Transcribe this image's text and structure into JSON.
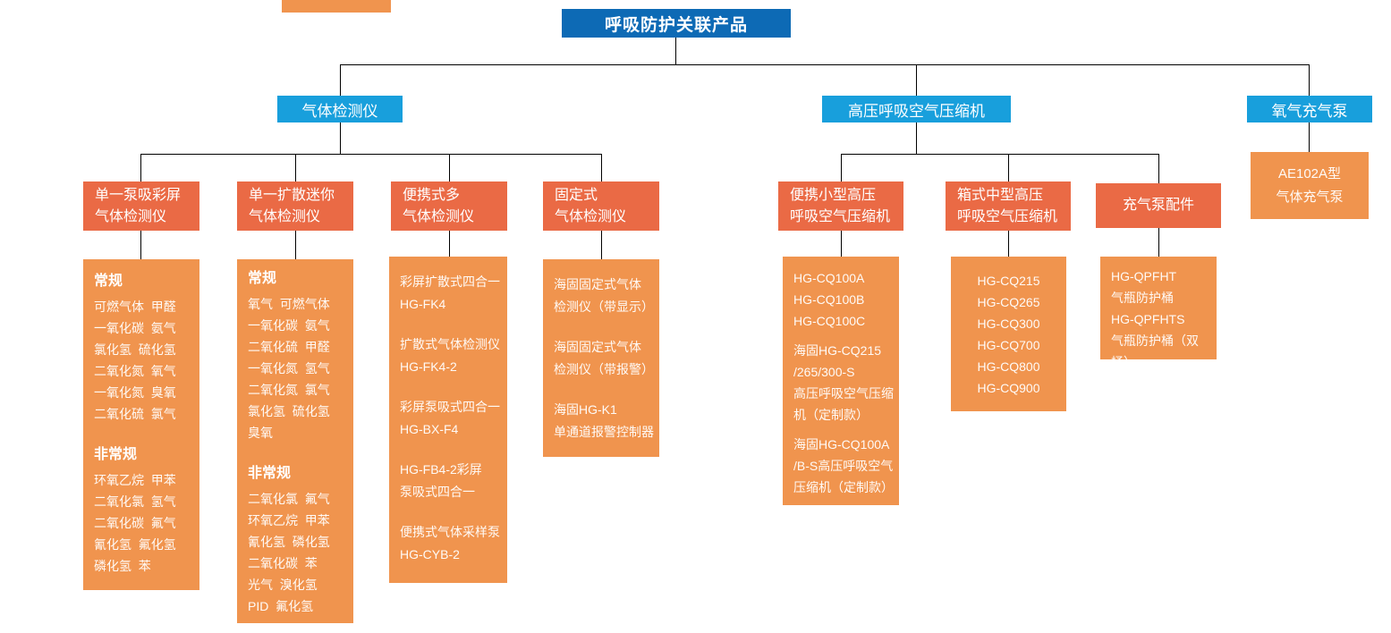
{
  "colors": {
    "root_blue": "#0d6ab5",
    "branch_blue": "#189fdc",
    "header_orange": "#ea6a45",
    "list_orange": "#f0944e",
    "line_black": "#000000"
  },
  "root": {
    "label": "呼吸防护关联产品"
  },
  "branches": {
    "gas": {
      "label": "气体检测仪"
    },
    "compressor": {
      "label": "高压呼吸空气压缩机"
    },
    "oxygen": {
      "label": "氧气充气泵"
    }
  },
  "gas_columns": [
    {
      "header": [
        "单一泵吸彩屏",
        "气体检测仪"
      ],
      "items": [
        {
          "t": "常规",
          "b": true
        },
        {
          "t": "可燃气体  甲醛"
        },
        {
          "t": "一氧化碳  氨气"
        },
        {
          "t": "氯化氢  硫化氢"
        },
        {
          "t": "二氧化氮  氧气"
        },
        {
          "t": "一氧化氮  臭氧"
        },
        {
          "t": "二氧化硫  氯气"
        },
        {
          "sp": true
        },
        {
          "t": "非常规",
          "b": true
        },
        {
          "t": "环氧乙烷  甲苯"
        },
        {
          "t": "二氧化氯  氢气"
        },
        {
          "t": "二氧化碳  氟气"
        },
        {
          "t": "氰化氢  氟化氢"
        },
        {
          "t": "磷化氢  苯"
        }
      ]
    },
    {
      "header": [
        "单一扩散迷你",
        "气体检测仪"
      ],
      "items": [
        {
          "t": "常规",
          "b": true
        },
        {
          "t": "氧气  可燃气体"
        },
        {
          "t": "一氧化碳  氨气"
        },
        {
          "t": "二氧化硫  甲醛"
        },
        {
          "t": "一氧化氮  氢气"
        },
        {
          "t": "二氧化氮  氯气"
        },
        {
          "t": "氯化氢  硫化氢"
        },
        {
          "t": "臭氧"
        },
        {
          "sp": true
        },
        {
          "t": "非常规",
          "b": true
        },
        {
          "t": "二氧化氯  氟气"
        },
        {
          "t": "环氧乙烷  甲苯"
        },
        {
          "t": "氰化氢  磷化氢"
        },
        {
          "t": "二氧化碳  苯"
        },
        {
          "t": "光气  溴化氢"
        },
        {
          "t": "PID  氟化氢"
        }
      ]
    },
    {
      "header": [
        "便携式多",
        "气体检测仪"
      ],
      "items": [
        {
          "t": "彩屏扩散式四合一"
        },
        {
          "t": "HG-FK4"
        },
        {
          "sp": true
        },
        {
          "t": "扩散式气体检测仪"
        },
        {
          "t": "HG-FK4-2"
        },
        {
          "sp": true
        },
        {
          "t": "彩屏泵吸式四合一"
        },
        {
          "t": "HG-BX-F4"
        },
        {
          "sp": true
        },
        {
          "t": "HG-FB4-2彩屏"
        },
        {
          "t": "泵吸式四合一"
        },
        {
          "sp": true
        },
        {
          "t": "便携式气体采样泵"
        },
        {
          "t": "HG-CYB-2"
        }
      ]
    },
    {
      "header": [
        "固定式",
        "气体检测仪"
      ],
      "items": [
        {
          "t": "海固固定式气体"
        },
        {
          "t": "检测仪（带显示）"
        },
        {
          "sp": true
        },
        {
          "t": "海固固定式气体"
        },
        {
          "t": "检测仪（带报警）"
        },
        {
          "sp": true
        },
        {
          "t": "海固HG-K1"
        },
        {
          "t": "单通道报警控制器"
        }
      ]
    }
  ],
  "compressor_columns": [
    {
      "header": [
        "便携小型高压",
        "呼吸空气压缩机"
      ],
      "items": [
        {
          "t": "HG-CQ100A"
        },
        {
          "t": "HG-CQ100B"
        },
        {
          "t": "HG-CQ100C"
        },
        {
          "sp": true
        },
        {
          "t": "海固HG-CQ215"
        },
        {
          "t": "/265/300-S"
        },
        {
          "t": "高压呼吸空气压缩"
        },
        {
          "t": "机（定制款）"
        },
        {
          "sp": true
        },
        {
          "t": "海固HG-CQ100A"
        },
        {
          "t": "/B-S高压呼吸空气"
        },
        {
          "t": "压缩机（定制款）"
        }
      ]
    },
    {
      "header": [
        "箱式中型高压",
        "呼吸空气压缩机"
      ],
      "items": [
        {
          "t": "HG-CQ215"
        },
        {
          "t": "HG-CQ265"
        },
        {
          "t": "HG-CQ300"
        },
        {
          "t": "HG-CQ700"
        },
        {
          "t": "HG-CQ800"
        },
        {
          "t": "HG-CQ900"
        }
      ]
    },
    {
      "header": [
        "充气泵配件"
      ],
      "items": [
        {
          "t": "HG-QPFHT"
        },
        {
          "t": "气瓶防护桶"
        },
        {
          "t": "HG-QPFHTS"
        },
        {
          "t": "气瓶防护桶（双桶）"
        }
      ]
    }
  ],
  "oxygen_product": {
    "lines": [
      {
        "t": "AE102A型"
      },
      {
        "t": "气体充气泵"
      }
    ]
  }
}
